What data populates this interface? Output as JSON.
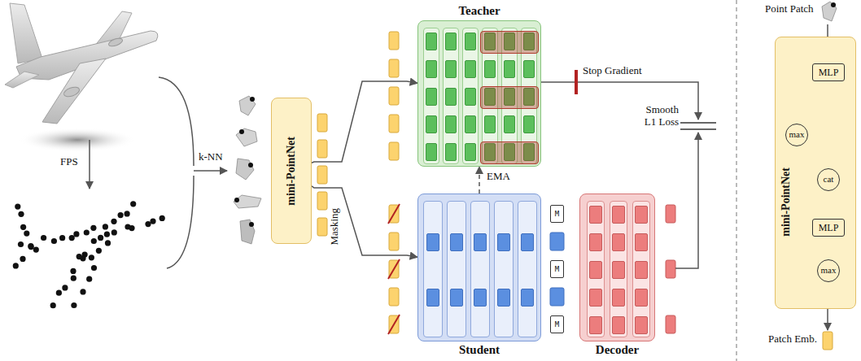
{
  "diagram": {
    "nodes": [
      {
        "text": [
          "mini-PointNet"
        ]
      },
      {
        "text": [
          "Teacher"
        ]
      },
      {
        "text": [
          "Student"
        ]
      },
      {
        "text": [
          "M"
        ]
      },
      {
        "text": [
          "M"
        ]
      },
      {
        "text": [
          "M"
        ]
      },
      {
        "text": [
          "Decoder"
        ]
      },
      {
        "text": [
          "mini-PointNet"
        ]
      },
      {
        "text": [
          "MLP"
        ],
        "in": 7
      },
      {
        "text": [
          "max"
        ],
        "in": 7
      },
      {
        "text": [
          "cat"
        ],
        "in": 7
      },
      {
        "text": [
          "MLP"
        ],
        "in": 7
      },
      {
        "text": [
          "max"
        ],
        "in": 7
      }
    ],
    "edges": [
      {
        "from": 0,
        "to": 1,
        "arrow": "to"
      },
      {
        "from": 0,
        "to": 2,
        "label": "Masking",
        "arrow": "to"
      },
      {
        "from": 2,
        "to": 1,
        "label": "EMA",
        "arrow": "to"
      },
      {
        "from": 8,
        "to": 9,
        "arrow": "to"
      },
      {
        "from": 8,
        "to": 10,
        "arrow": "to"
      },
      {
        "from": 9,
        "to": 10,
        "arrow": "to"
      },
      {
        "from": 10,
        "to": 11,
        "arrow": "to"
      },
      {
        "from": 11,
        "to": 12,
        "arrow": "to"
      }
    ],
    "labels": [
      "FPS",
      "k-NN",
      "Stop Gradient",
      "Smooth L1 Loss",
      "Point Patch",
      "Patch Emb."
    ]
  }
}
